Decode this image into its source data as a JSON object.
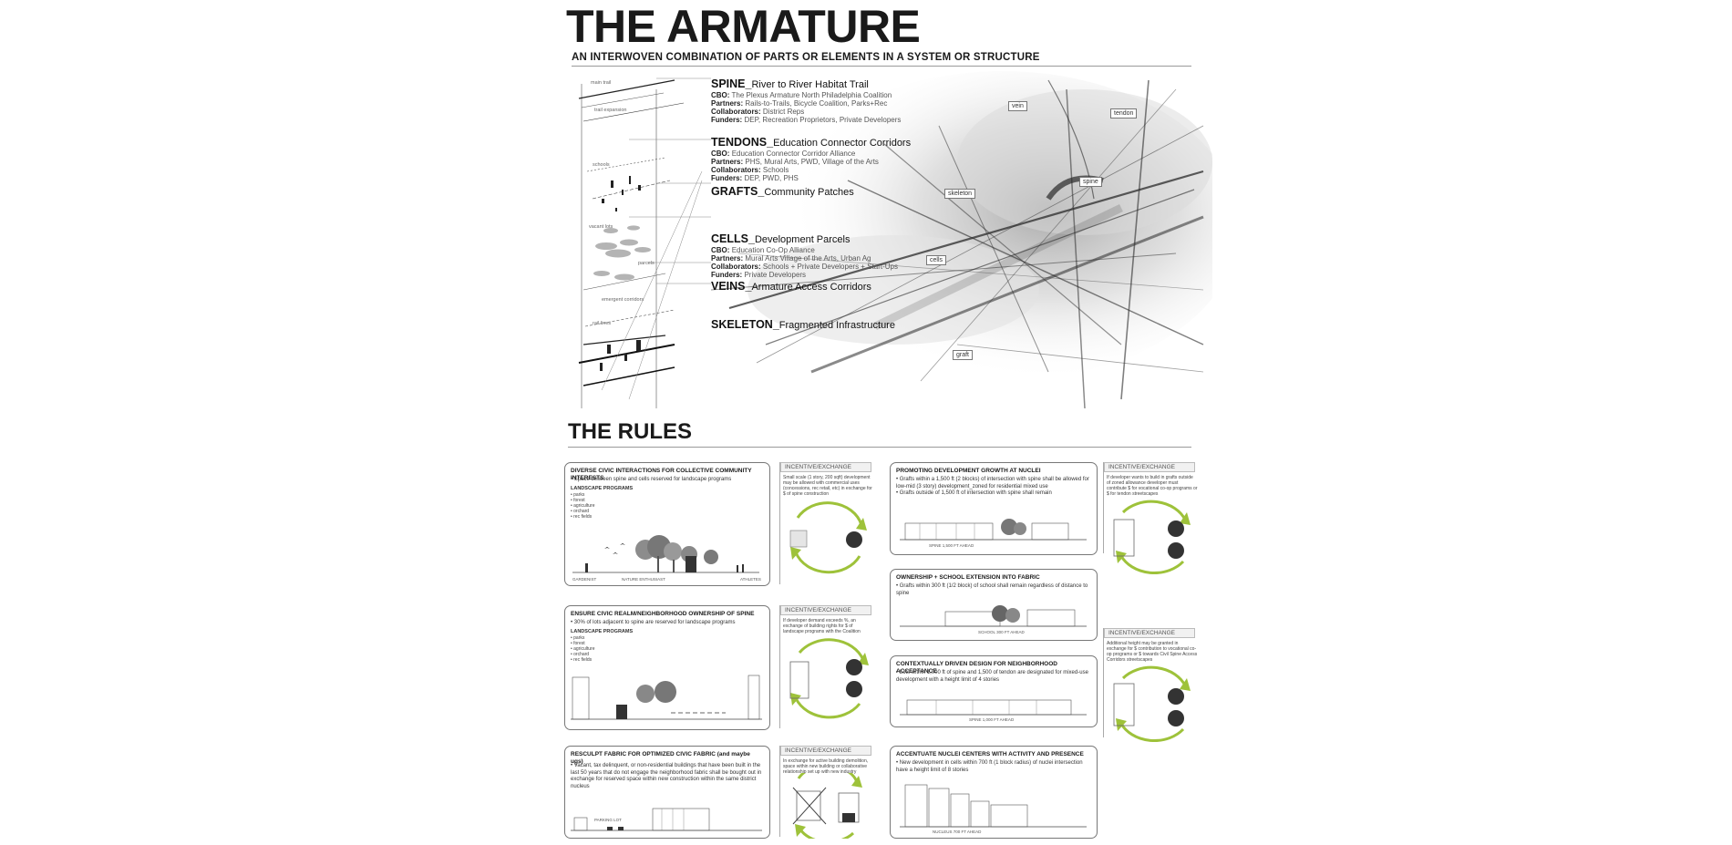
{
  "header": {
    "title": "THE ARMATURE",
    "subtitle": "AN INTERWOVEN COMBINATION OF PARTS OR ELEMENTS IN A SYSTEM OR STRUCTURE"
  },
  "layers": [
    {
      "name": "SPINE_",
      "desc": "River to River Habitat Trail",
      "cbo": "The Plexus Armature North Philadelphia Coalition",
      "partners": "Rails-to-Trails, Bicycle Coalition, Parks+Rec",
      "collaborators": "District Reps",
      "funders": "DEP, Recreation Proprietors, Private Developers"
    },
    {
      "name": "TENDONS_",
      "desc": "Education Connector Corridors",
      "cbo": "Education Connector Corridor Alliance",
      "partners": "PHS, Mural Arts, PWD, Village of the Arts",
      "collaborators": "Schools",
      "funders": "DEP, PWD, PHS"
    },
    {
      "name": "GRAFTS_",
      "desc": "Community Patches"
    },
    {
      "name": "CELLS_",
      "desc": "Development Parcels",
      "cbo": "Education Co-Op Alliance",
      "partners": "Mural Arts Village of the Arts, Urban Ag",
      "collaborators": "Schools + Private Developers + Start-Ups",
      "funders": "Private Developers"
    },
    {
      "name": "VEINS_",
      "desc": "Armature Access Corridors"
    },
    {
      "name": "SKELETON_",
      "desc": "Fragmented Infrastructure"
    }
  ],
  "meta_labels": {
    "cbo": "CBO:",
    "partners": "Partners:",
    "collaborators": "Collaborators:",
    "funders": "Funders:"
  },
  "side_labels": [
    "main trail",
    "trail expansion",
    "schools",
    "vacant lots",
    "parcels",
    "emergent corridors",
    "rail lines"
  ],
  "map_tags": {
    "vein": "vein",
    "tendon": "tendon",
    "spine": "spine",
    "skeleton": "skeleton",
    "cells": "cells",
    "graft": "graft"
  },
  "rules_title": "THE RULES",
  "incentive_label": "INCENTIVE/EXCHANGE",
  "rules": [
    {
      "title": "DIVERSE CIVIC INTERACTIONS FOR COLLECTIVE COMMUNITY INTERESTS",
      "body": "• Space between spine and cells reserved for landscape programs",
      "programs_label": "LANDSCAPE PROGRAMS",
      "programs": [
        "• parks",
        "• forest",
        "• agriculture",
        "• orchard",
        "• rec fields"
      ],
      "captions": [
        "GARDENIST",
        "NATURE ENTHUSIAST",
        "ATHLETES"
      ],
      "incentive": "Small scale (1 story, 200 sqft) development may be allowed with commercial uses (concessions, rec retail, etc) in exchange for $ of spine construction"
    },
    {
      "title": "ENSURE CIVIC REALM/NEIGHBORHOOD OWNERSHIP OF SPINE",
      "body": "• 30% of lots adjacent to spine are reserved for landscape programs",
      "programs_label": "LANDSCAPE PROGRAMS",
      "programs": [
        "• parks",
        "• forest",
        "• agriculture",
        "• orchard",
        "• rec fields"
      ],
      "incentive": "If developer demand exceeds %, an exchange of building rights for $ of landscape programs with the Coalition"
    },
    {
      "title": "RESCULPT FABRIC FOR OPTIMIZED CIVIC FABRIC (and maybe ugs)",
      "body": "• Vacant, tax delinquent, or non-residential buildings that have been built in the last 50 years that do not engage the neighborhood fabric shall be bought out in exchange for reserved space within new construction within the same district nucleus",
      "caption": "PARKING LOT",
      "incentive": "In exchange for active building demolition, space within new building or collaborative relationship set up with new industry"
    },
    {
      "title": "PROMOTING DEVELOPMENT GROWTH AT NUCLEI",
      "body": "• Grafts within a 1,500 ft (2 blocks) of intersection with spine shall be allowed for low-mid (3 story) development_zoned for residential mixed use\n• Grafts outside of 1,500 ft of intersection with spine shall remain",
      "caption": "SPINE 1,500 FT AHEAD",
      "incentive": "If developer wants to build in grafts outside of zoned allowance developer must contribute $ for vocational co-op programs or $ for tendon streetscapes"
    },
    {
      "title": "OWNERSHIP + SCHOOL EXTENSION INTO FABRIC",
      "body": "• Grafts within 300 ft (1/2 block) of school shall remain regardless of distance to spine",
      "caption": "SCHOOL 300 FT AHEAD"
    },
    {
      "title": "CONTEXTUALLY DRIVEN DESIGN FOR NEIGHBORHOOD ACCEPTANCE",
      "body": "• Lots within 1,000 ft of spine and 1,500 of tendon are designated for mixed-use development with a height limit of 4 stories",
      "caption": "SPINE 1,000 FT AHEAD",
      "incentive": "Additional height may be granted in exchange for $ contribution to vocational co-op programs or $ towards Civil Spine Access Corridors streetscapes"
    },
    {
      "title": "ACCENTUATE NUCLEI CENTERS WITH ACTIVITY AND PRESENCE",
      "body": "• New development in cells within 700 ft (1 block radius) of nuclei intersection have a height limit of 8 stories",
      "caption": "NUCLEUS 700 FT AHEAD"
    }
  ],
  "colors": {
    "accent": "#9ec23a",
    "ink": "#1a1a1a",
    "rule": "#777777"
  }
}
